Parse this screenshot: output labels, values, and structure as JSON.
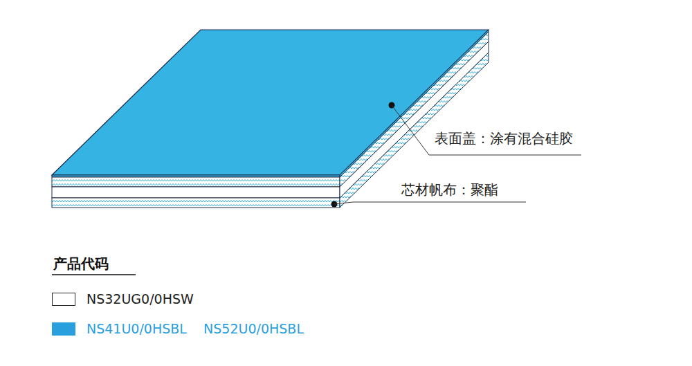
{
  "diagram": {
    "title": "产品代码",
    "labels": [
      "表面盖：涂有混合硅胶",
      "芯材帆布：聚酯"
    ],
    "legend": [
      {
        "text": "NS32UG0/0HSW",
        "color": "#ffffff"
      },
      {
        "text": "NS41U0/0HSBL    NS52U0/0HSBL",
        "color": "#2a9fde"
      }
    ]
  }
}
